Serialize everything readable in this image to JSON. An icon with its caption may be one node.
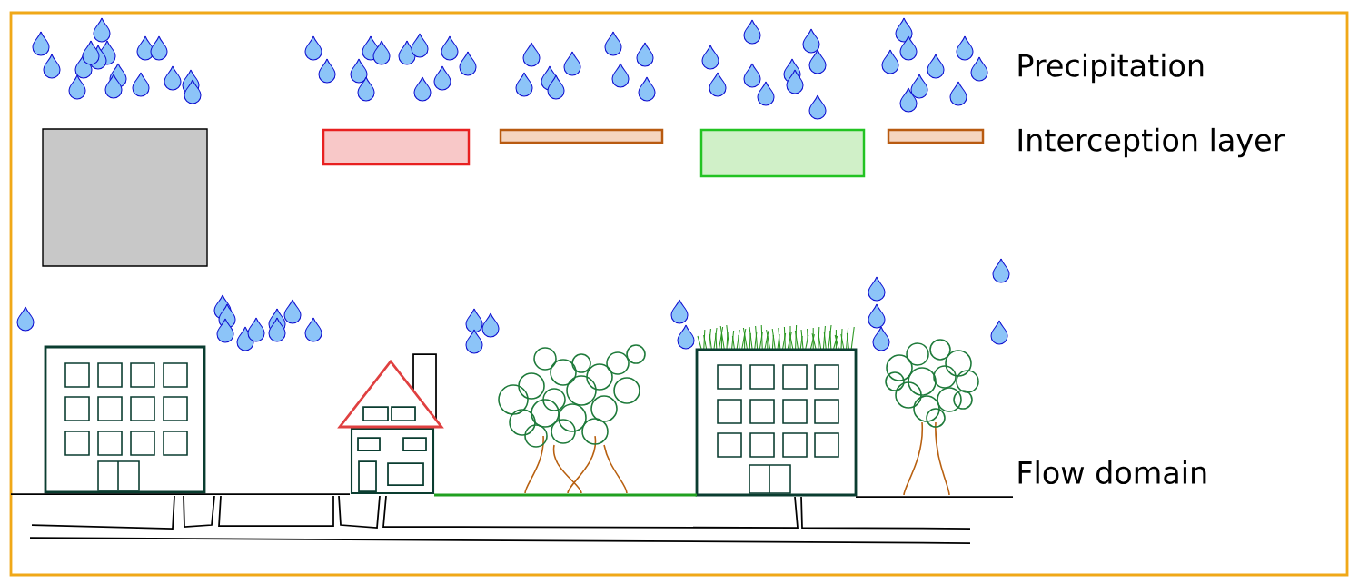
{
  "diagram": {
    "nodes": [
      {
        "text": [],
        "shape": "box"
      },
      {
        "text": [],
        "shape": "box"
      },
      {
        "text": [],
        "shape": "box"
      },
      {
        "text": [],
        "shape": "box"
      },
      {
        "text": [],
        "shape": "box"
      }
    ],
    "labels": [
      "Precipitation",
      "Interception layer",
      "Flow domain"
    ]
  }
}
